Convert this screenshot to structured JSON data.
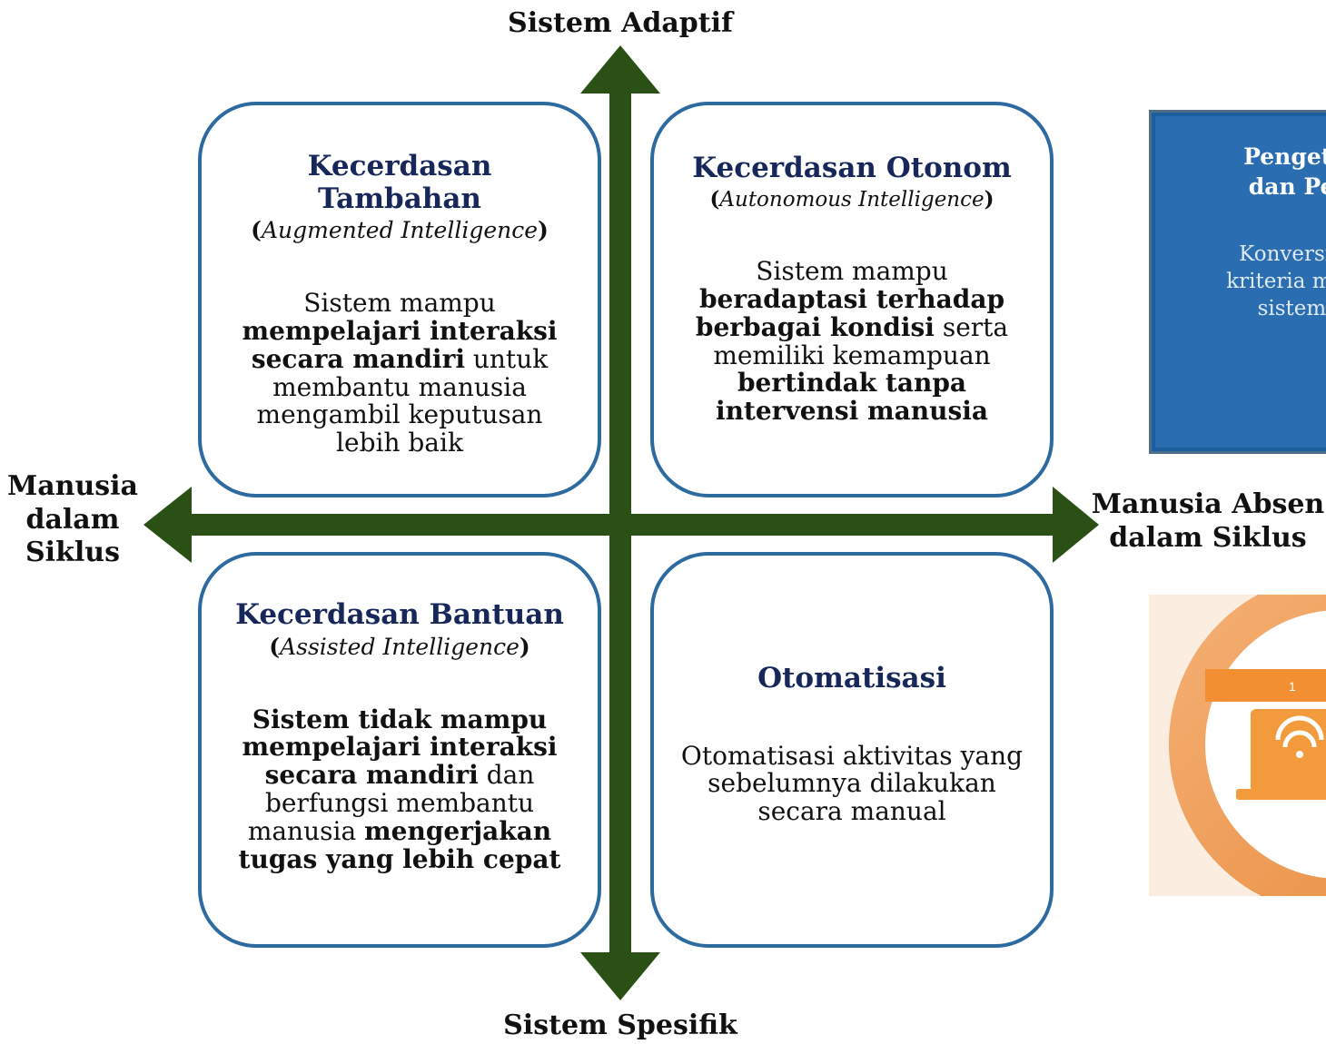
{
  "axes": {
    "top": "Sistem Adaptif",
    "bottom": "Sistem Spesifik",
    "left": [
      "Manusia",
      "dalam",
      "Siklus"
    ],
    "right": [
      "Manusia Absen",
      "dalam Siklus"
    ]
  },
  "quadrants": {
    "top_left": {
      "title": "Kecerdasan Tambahan",
      "subtitle": "Augmented Intelligence",
      "description": "Sistem mampu mempelajari interaksi secara mandiri untuk membantu manusia mengambil keputusan lebih baik"
    },
    "top_right": {
      "title": "Kecerdasan Otonom",
      "subtitle": "Autonomous Intelligence",
      "description": "Sistem mampu beradaptasi terhadap berbagai kondisi serta memiliki kemampuan bertindak tanpa intervensi manusia"
    },
    "bottom_left": {
      "title": "Kecerdasan Bantuan",
      "subtitle": "Assisted Intelligence",
      "description": "Sistem tidak mampu mempelajari interaksi secara mandiri dan berfungsi membantu manusia mengerjakan tugas yang lebih cepat"
    },
    "bottom_right": {
      "title": "Otomatisasi",
      "description": "Otomatisasi aktivitas yang sebelumnya dilakukan secara manual"
    }
  },
  "right_panel": {
    "title_lines": [
      "Pengetahu",
      "dan Penal"
    ],
    "desc_lines": [
      "Konversi pe",
      "kriteria menja",
      "sistem k"
    ]
  },
  "right_image": {
    "badge": "1",
    "icon": "laptop-wifi-icon"
  },
  "colors": {
    "arrow": "#2b5016",
    "quad_border": "#2c6aa0",
    "quad_title": "#17275a",
    "panel": "#2a6db0",
    "image_accent": "#f08c3c"
  }
}
